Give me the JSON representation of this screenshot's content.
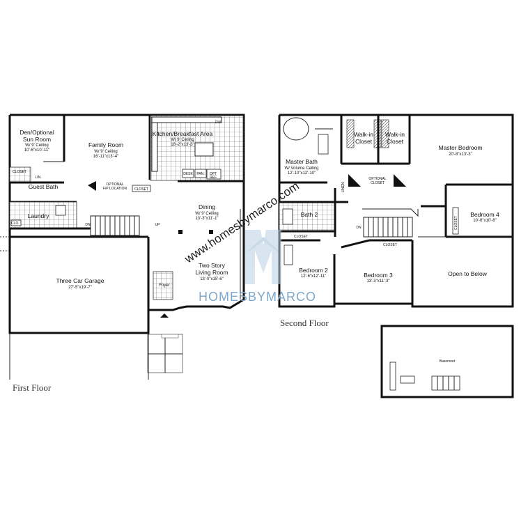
{
  "first_floor": {
    "label": "First Floor",
    "rooms": {
      "den": {
        "name": "Den/Optional",
        "name2": "Sun Room",
        "ceiling": "W/ 9' Ceiling",
        "dims": "10'-6\"x10'-11\""
      },
      "family": {
        "name": "Family Room",
        "ceiling": "W/ 9' Ceiling",
        "dims": "16'-11\"x13'-4\""
      },
      "kitchen": {
        "name": "Kitchen/Breakfast Area",
        "ceiling": "W/ 9' Ceiling",
        "dims": "18'-2\"x13'-3\""
      },
      "dining": {
        "name": "Dining",
        "ceiling": "W/ 9' Ceiling",
        "dims": "13'-3\"x11'-1\""
      },
      "living": {
        "name": "Two Story",
        "name2": "Living Room",
        "dims": "13'-0\"x15'-6\""
      },
      "garage": {
        "name": "Three Car Garage",
        "dims": "27'-5\"x19'-7\""
      },
      "guest_bath": {
        "name": "Guest Bath"
      },
      "laundry": {
        "name": "Laundry"
      },
      "foyer": {
        "name": "Foyer"
      }
    },
    "small_labels": {
      "closet1": "CLOSET",
      "lin": "LIN.",
      "clo": "CLO.",
      "closet2": "CLOSET",
      "fp": "OPTIONAL",
      "fp2": "F/P LOCATION",
      "desk": "DESK",
      "pan": "PAN.",
      "opt": "OPT",
      "ref": "REF",
      "dw": "DW",
      "dn": "DN",
      "up": "UP"
    }
  },
  "second_floor": {
    "label": "Second Floor",
    "rooms": {
      "master_bath": {
        "name": "Master Bath",
        "ceiling": "W/ Volume Ceiling",
        "dims": "12'-10\"x12'-10\""
      },
      "walkin1": {
        "name": "Walk-in",
        "name2": "Closet"
      },
      "walkin2": {
        "name": "Walk-in",
        "name2": "Closet"
      },
      "master_bed": {
        "name": "Master Bedroom",
        "dims": "20'-8\"x13'-3\""
      },
      "bed4": {
        "name": "Bedroom 4",
        "dims": "10'-6\"x10'-8\""
      },
      "bath2": {
        "name": "Bath 2"
      },
      "bed2": {
        "name": "Bedroom 2",
        "dims": "12'-6\"x12'-11\""
      },
      "bed3": {
        "name": "Bedroom 3",
        "dims": "13'-3\"x11'-3\""
      },
      "open": {
        "name": "Open to Below"
      }
    },
    "small_labels": {
      "opt_closet": "OPTIONAL",
      "opt_closet2": "CLOSET",
      "linen": "LINEN",
      "closet_b2": "CLOSET",
      "closet_b3": "CLOSET",
      "closet_b4": "CLOSET",
      "dn": "DN"
    }
  },
  "basement": {
    "label": "Basement"
  },
  "watermark": {
    "url": "www.homesbymarco.com",
    "brand": "HOMESBYMARCO"
  },
  "colors": {
    "watermark": "#7fa7c9",
    "walls": "#111111"
  }
}
